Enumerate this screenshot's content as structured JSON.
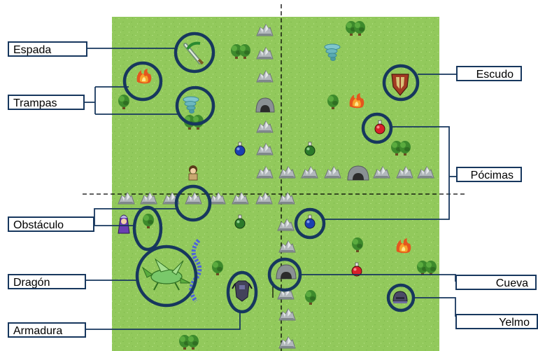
{
  "labels": {
    "espada": "Espada",
    "trampas": "Trampas",
    "obstaculo": "Obstáculo",
    "dragon": "Dragón",
    "armadura": "Armadura",
    "escudo": "Escudo",
    "pocimas": "Pócimas",
    "cueva": "Cueva",
    "yelmo": "Yelmo"
  },
  "colors": {
    "grass": "#8fc85a",
    "grass_light": "#a6d870",
    "callout": "#17375e",
    "rock": "#a9afb3",
    "tree": "#3d8a2c",
    "fire": "#f07020",
    "potion_red": "#d8202a",
    "potion_blue": "#1b3fb0",
    "potion_green": "#2c7a2a",
    "tornado": "#5fb0b8"
  },
  "icons": {
    "sword": "sword-icon",
    "fire": "fire-trap-icon",
    "tornado": "tornado-trap-icon",
    "shield": "shield-icon",
    "potion": "potion-icon",
    "rock": "rock-obstacle-icon",
    "cave": "cave-icon",
    "dragon": "dragon-icon",
    "armor": "armor-icon",
    "helmet": "helmet-icon",
    "tree": "tree-icon",
    "hero": "hero-icon",
    "wizard": "wizard-icon"
  }
}
